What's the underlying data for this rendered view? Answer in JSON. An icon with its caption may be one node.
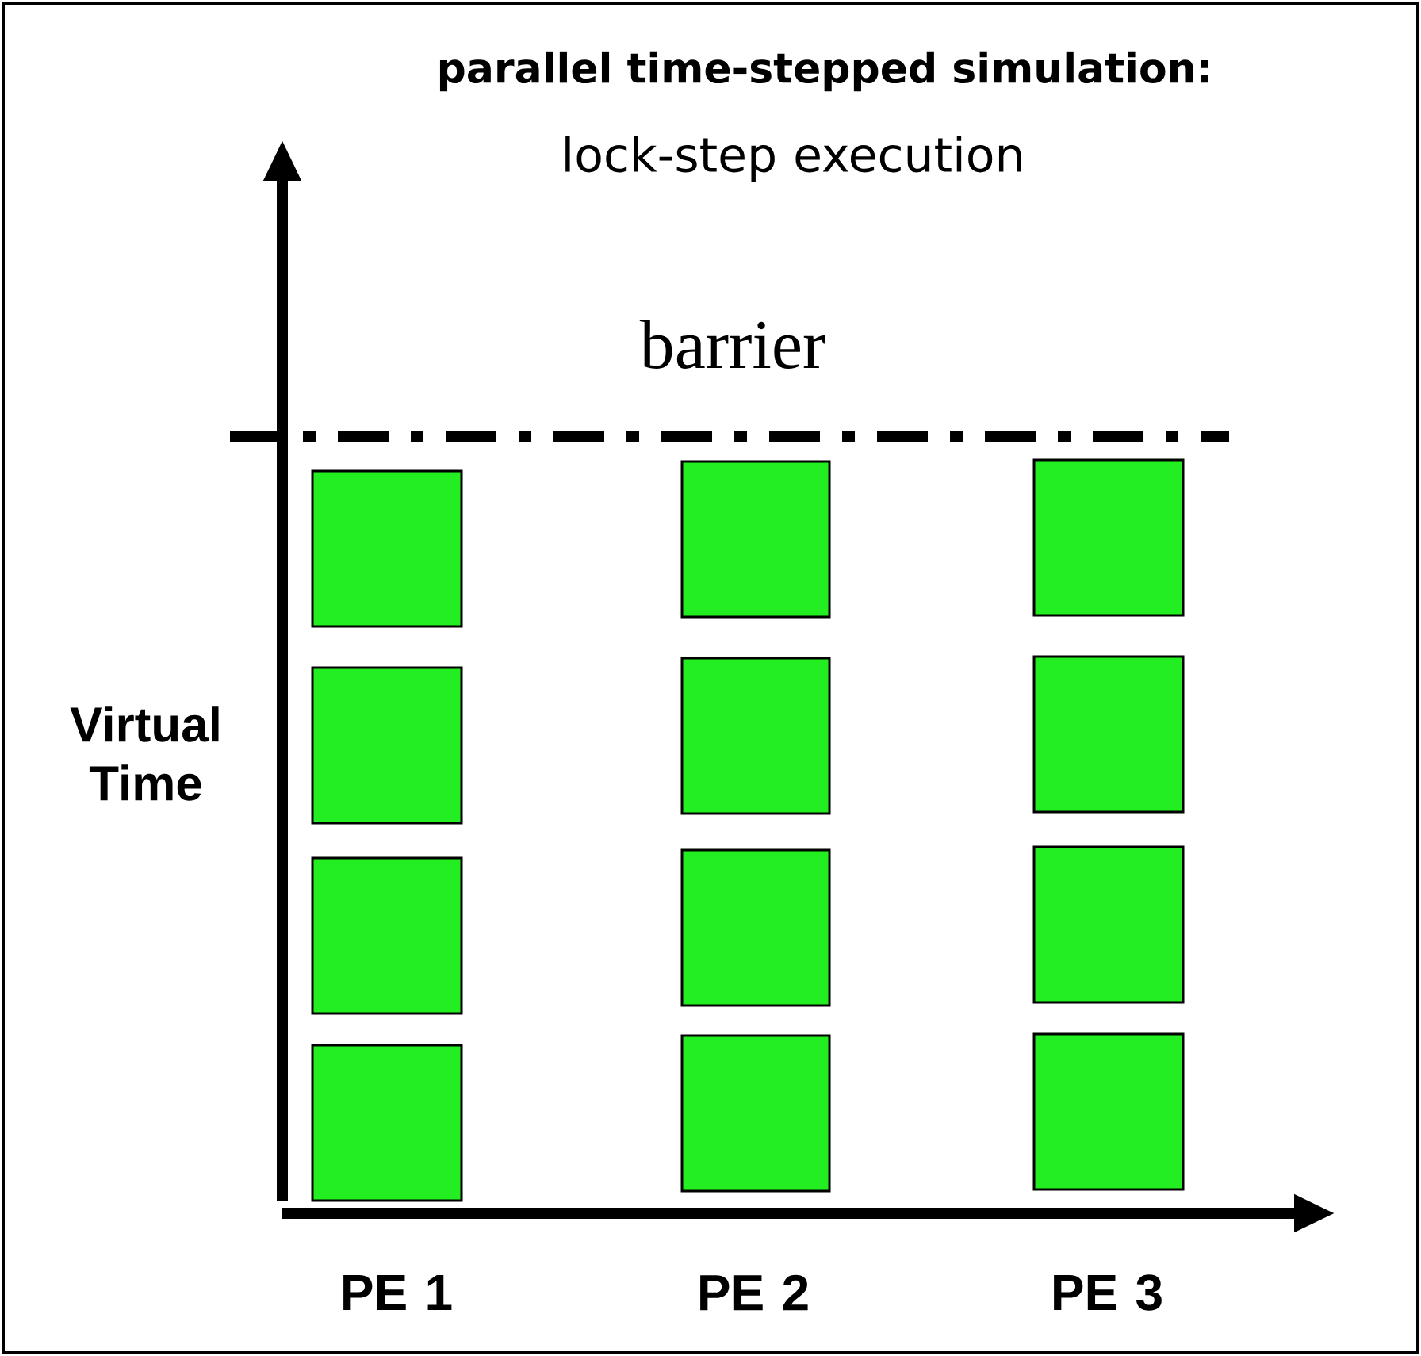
{
  "diagram": {
    "title": "parallel time-stepped simulation:",
    "nodes": [
      {
        "text": [],
        "shape": "box"
      },
      {
        "text": [],
        "shape": "box"
      },
      {
        "text": [],
        "shape": "box"
      },
      {
        "text": [],
        "shape": "box"
      },
      {
        "text": [],
        "shape": "box"
      },
      {
        "text": [],
        "shape": "box"
      },
      {
        "text": [],
        "shape": "box"
      },
      {
        "text": [],
        "shape": "box"
      },
      {
        "text": [],
        "shape": "box"
      },
      {
        "text": [],
        "shape": "box"
      },
      {
        "text": [],
        "shape": "box"
      },
      {
        "text": [],
        "shape": "box"
      }
    ],
    "labels": [
      "lock-step execution",
      "barrier",
      "Virtual Time",
      "PE 1",
      "PE 2",
      "PE 3"
    ]
  }
}
